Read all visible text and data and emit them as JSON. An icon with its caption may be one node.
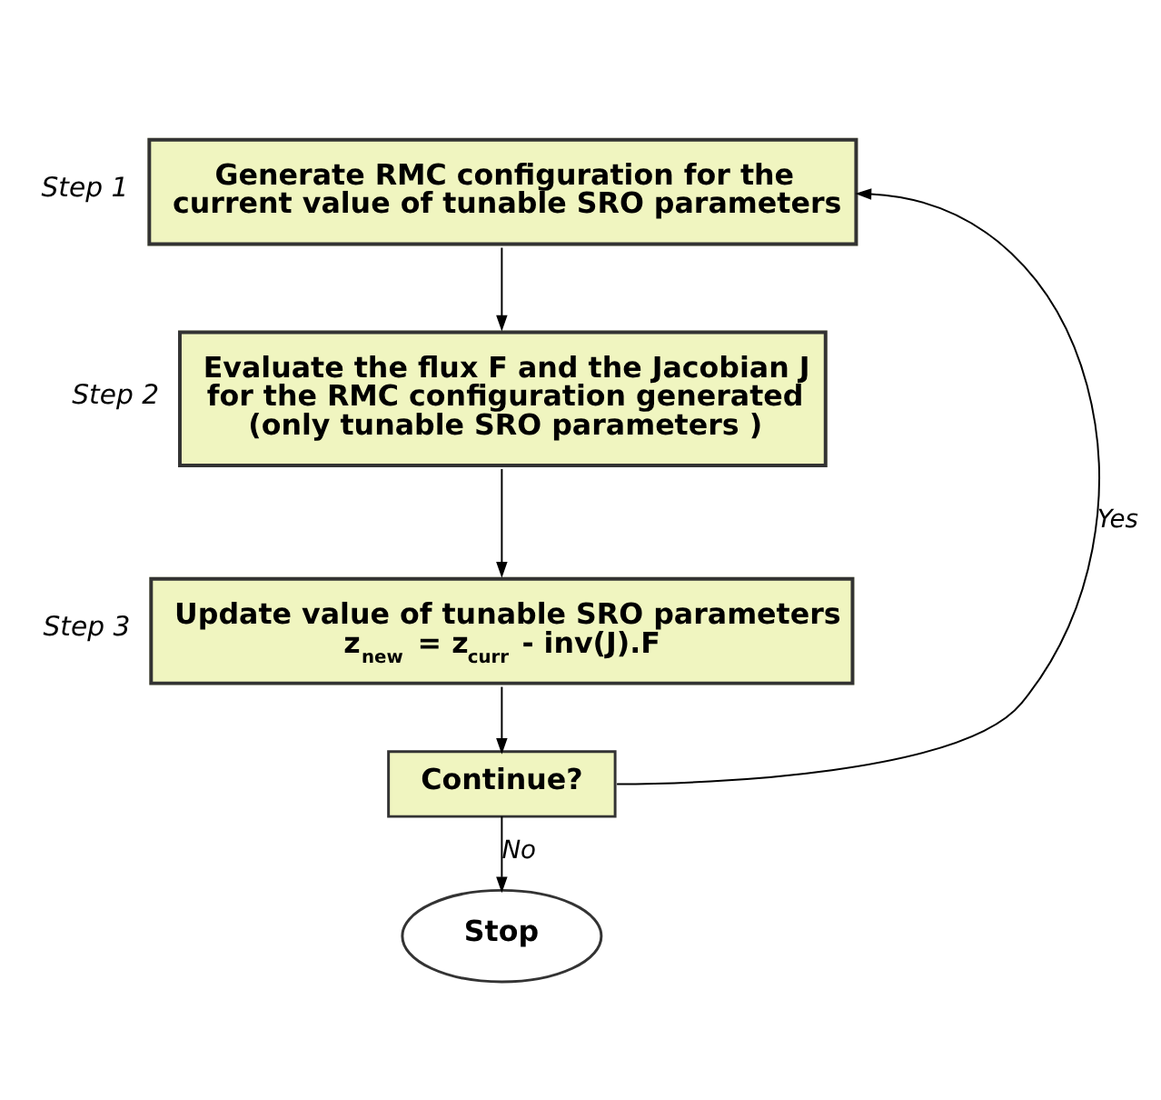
{
  "diagram": {
    "nodes": [
      {
        "text": [
          "Generate RMC configuration for the current value of tunable SRO parameters"
        ],
        "beside": [
          "Step 1"
        ]
      },
      {
        "text": [
          "Evaluate the flux F and the Jacobian J for the RMC configuration generated (only tunable SRO parameters )"
        ],
        "beside": [
          "Step 2"
        ]
      },
      {
        "text": [
          "Update value of tunable SRO parameters",
          "z$_{new}$ = z$_{curr}$ - inv(J).F"
        ],
        "beside": [
          "Step 3"
        ]
      },
      {
        "text": [
          "Continue?"
        ]
      },
      {
        "text": [
          "Stop"
        ]
      }
    ],
    "edges": [
      {
        "from": 0,
        "to": 1,
        "arrow": "to"
      },
      {
        "from": 1,
        "to": 2,
        "arrow": "to"
      },
      {
        "from": 2,
        "to": 3,
        "arrow": "to"
      },
      {
        "from": 3,
        "to": 4,
        "arrow": "to",
        "label": "No"
      },
      {
        "from": 3,
        "to": 0,
        "arrow": "to",
        "label": "Yes"
      }
    ]
  }
}
